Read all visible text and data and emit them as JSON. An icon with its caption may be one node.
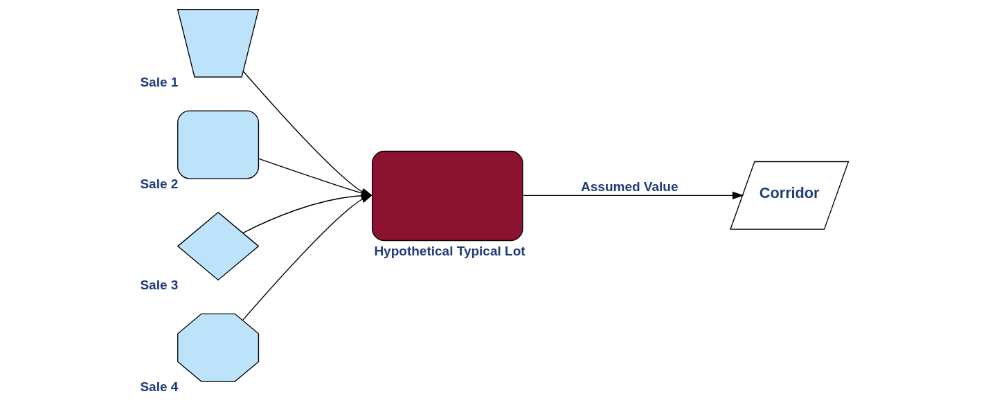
{
  "diagram": {
    "nodes": [
      {
        "text": [],
        "shape": "trapezium",
        "beside": [
          "Sale 1"
        ]
      },
      {
        "text": [],
        "shape": "box",
        "beside": [
          "Sale 2"
        ]
      },
      {
        "text": [],
        "shape": "diamond",
        "beside": [
          "Sale 3"
        ]
      },
      {
        "text": [],
        "shape": "octagon",
        "beside": [
          "Sale 4"
        ]
      },
      {
        "text": [],
        "shape": "box",
        "beside": [
          "Hypothetical Typical Lot"
        ]
      },
      {
        "text": [
          "Corridor"
        ]
      }
    ],
    "edges": [
      {
        "from": 0,
        "to": 4,
        "arrow": "to"
      },
      {
        "from": 1,
        "to": 4,
        "arrow": "to"
      },
      {
        "from": 2,
        "to": 4,
        "arrow": "to"
      },
      {
        "from": 3,
        "to": 4,
        "arrow": "to"
      },
      {
        "from": 4,
        "to": 5,
        "arrow": "to",
        "label": "Assumed Value"
      }
    ]
  }
}
